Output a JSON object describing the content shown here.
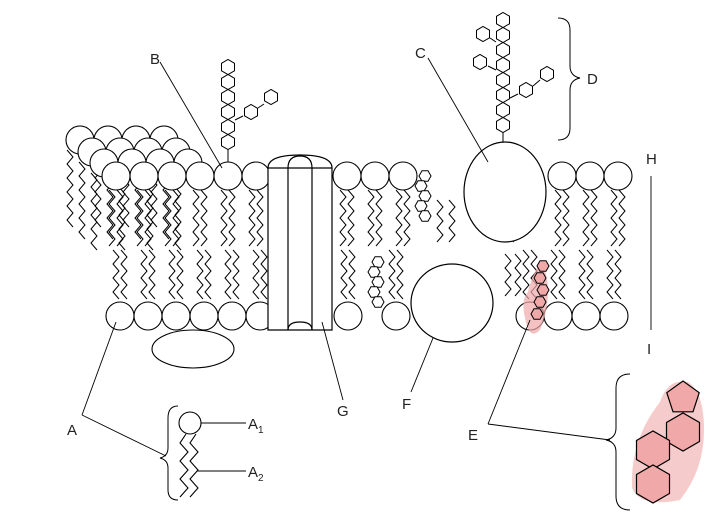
{
  "labels": {
    "A": "A",
    "A1": "A",
    "A1_sub": "1",
    "A2": "A",
    "A2_sub": "2",
    "B": "B",
    "C": "C",
    "D": "D",
    "E": "E",
    "F": "F",
    "G": "G",
    "H": "H",
    "I": "I"
  },
  "colors": {
    "stroke": "#000000",
    "highlight_fill": "#f0a8a8",
    "highlight_stroke": "#b03030",
    "background": "#ffffff"
  }
}
